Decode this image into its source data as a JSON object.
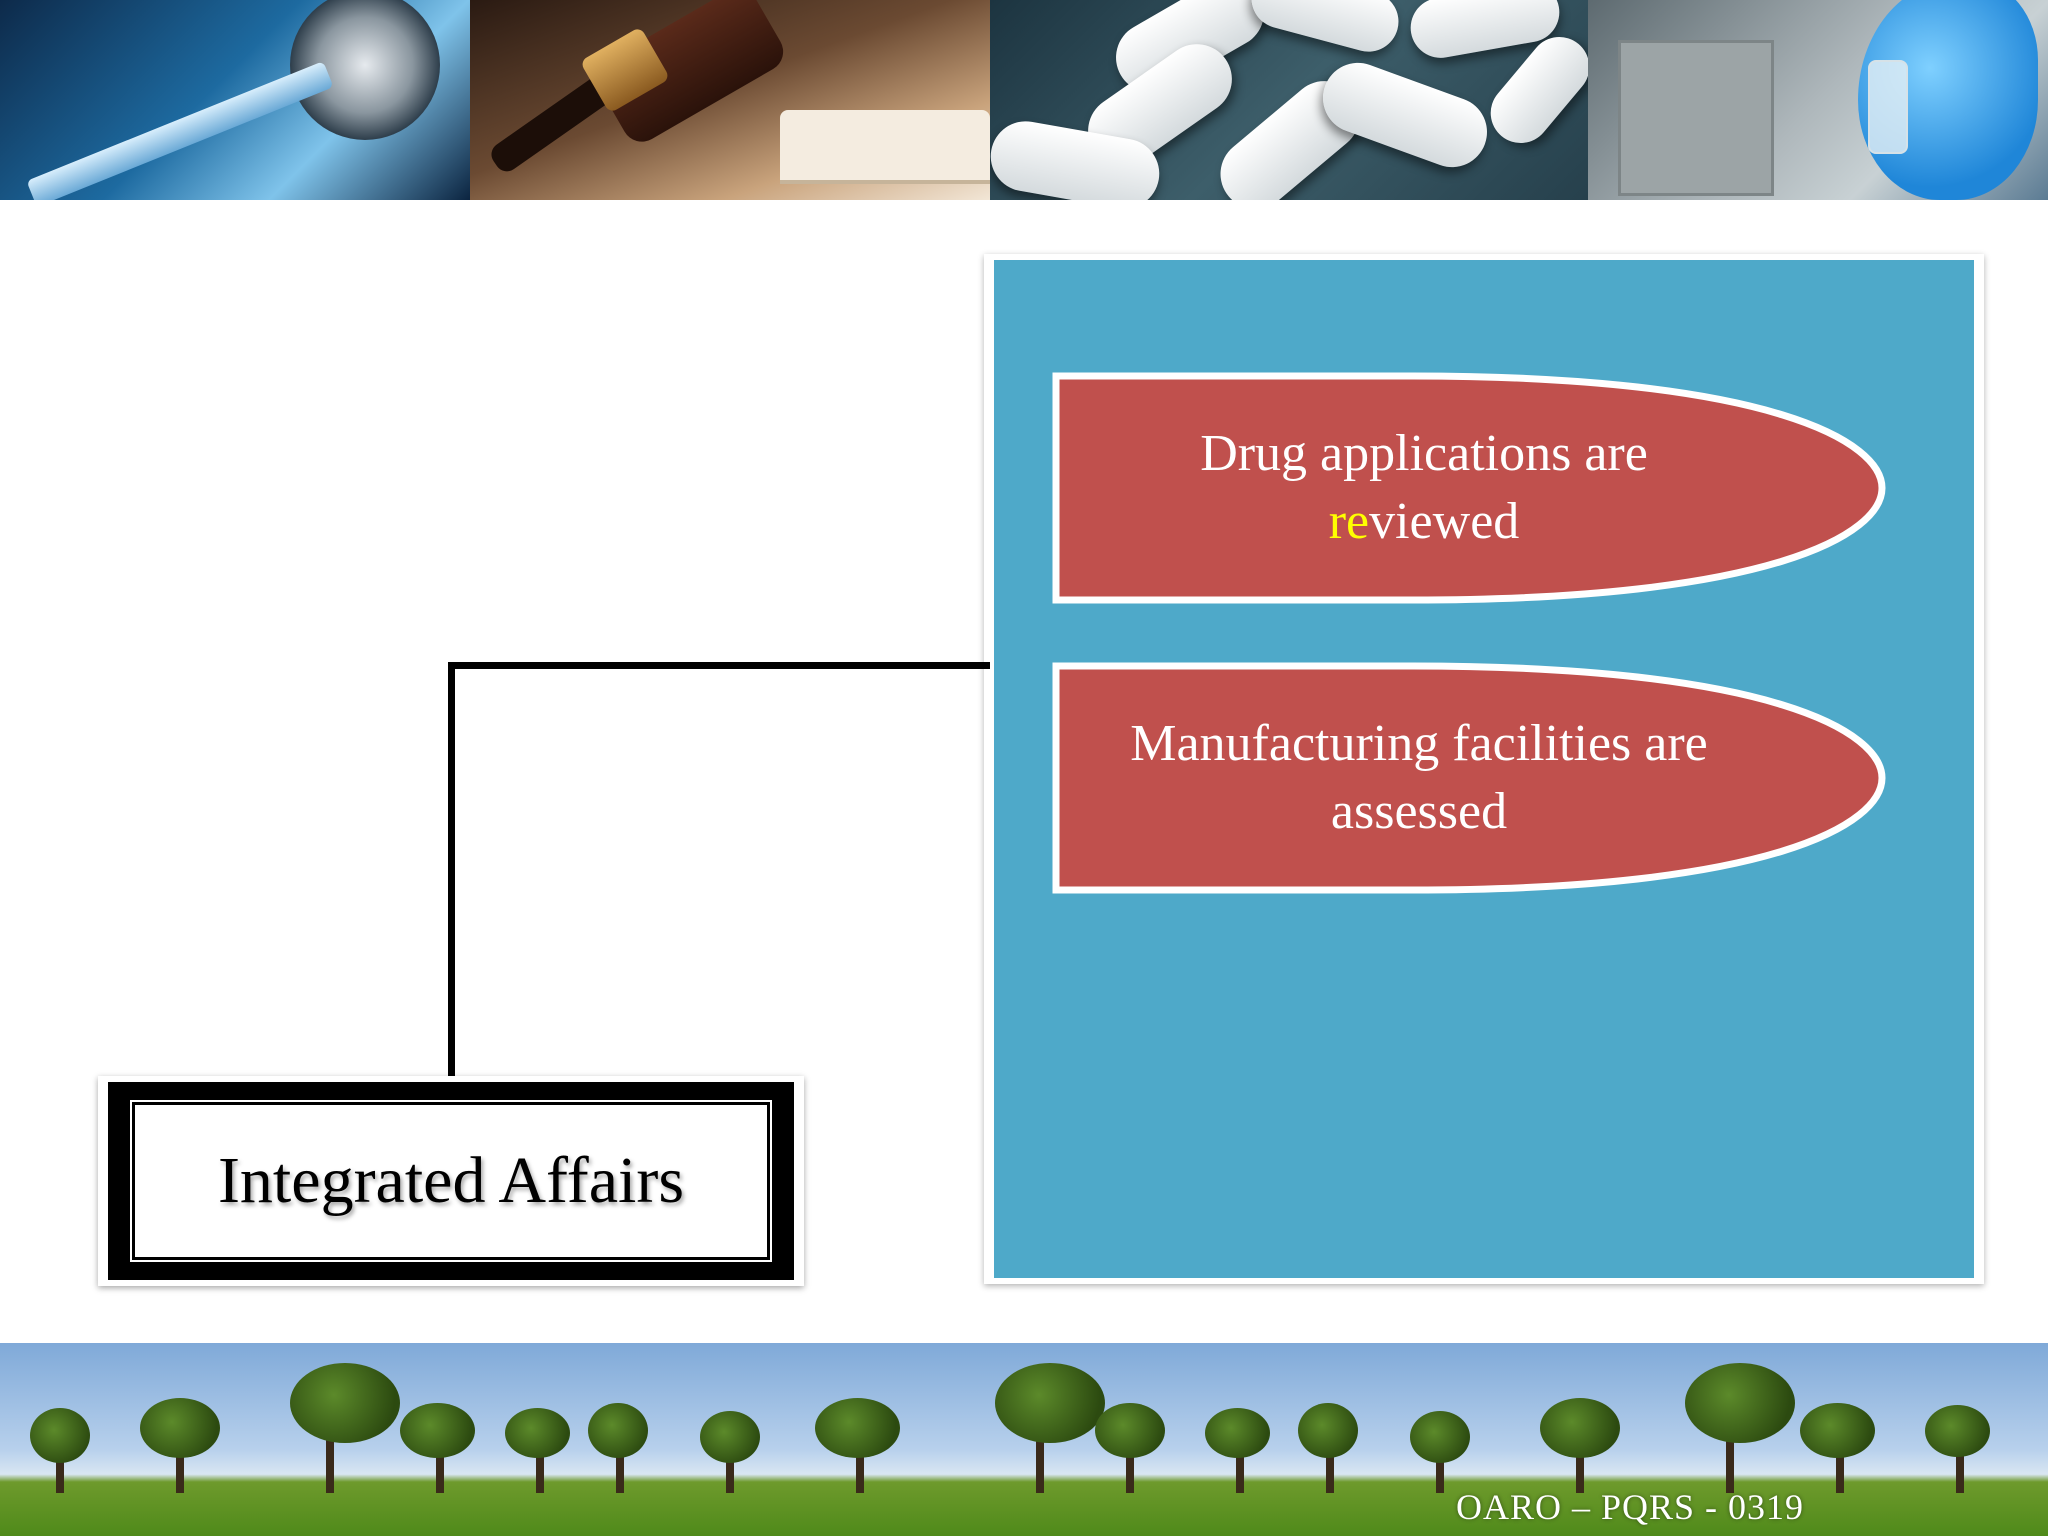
{
  "diagram": {
    "root_box": {
      "label": "Integrated Affairs"
    },
    "children": [
      {
        "text_part1": "Drug applications are",
        "highlight": "re",
        "text_part2": "viewed"
      },
      {
        "line1": "Manufacturing facilities are",
        "line2": "assessed"
      }
    ]
  },
  "footer": {
    "code": "OARO – PQRS - 0319"
  },
  "colors": {
    "panel_blue": "#4ea9c9",
    "bubble_red": "#c0504d",
    "highlight_yellow": "#ffff00",
    "connector": "#000000"
  }
}
